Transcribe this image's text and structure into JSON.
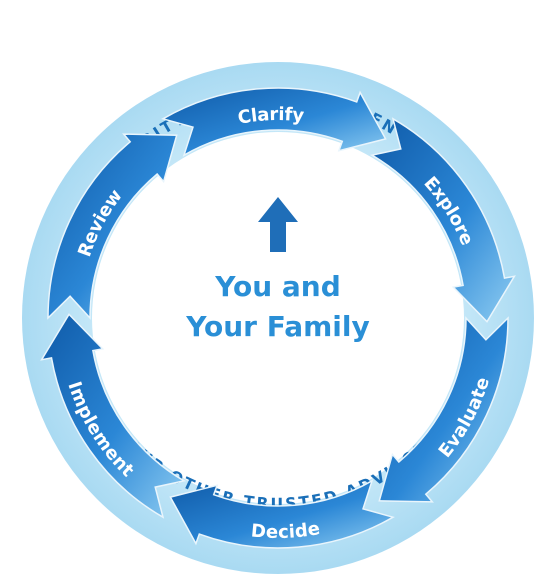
{
  "outer_ring": {
    "top_text": "BMO NESBITT BURNS INVESTMENT ADVISOR",
    "bottom_text": "YOUR OTHER TRUSTED ADVISORS"
  },
  "stages": [
    {
      "label": "Clarify"
    },
    {
      "label": "Explore"
    },
    {
      "label": "Evaluate"
    },
    {
      "label": "Decide"
    },
    {
      "label": "Implement"
    },
    {
      "label": "Review"
    }
  ],
  "center": {
    "line1": "You and",
    "line2": "Your Family"
  },
  "colors": {
    "ring_fill": "#b9e2f5",
    "ring_text": "#1a6fb8",
    "arrow_dark": "#1565b4",
    "arrow_light": "#7dc3ee",
    "center_text": "#2a8fd6",
    "up_arrow": "#1f6eb8"
  }
}
